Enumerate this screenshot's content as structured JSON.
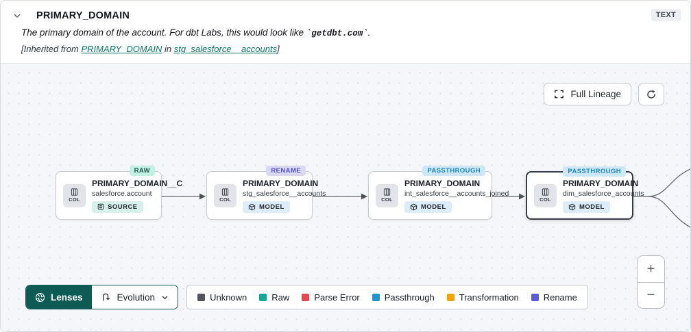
{
  "header": {
    "title": "PRIMARY_DOMAIN",
    "type_badge": "TEXT",
    "description_prefix": "The primary domain of the account. For dbt Labs, this would look like ",
    "description_code": "`getdbt.com`",
    "description_suffix": ".",
    "inherited_prefix": "[Inherited from ",
    "inherited_link_column": "PRIMARY_DOMAIN",
    "inherited_middle": " in ",
    "inherited_link_model": "stg_salesforce__accounts",
    "inherited_suffix": "]"
  },
  "canvas": {
    "full_lineage_label": "Full Lineage",
    "zoom_in_label": "+",
    "zoom_out_label": "−",
    "nodes": [
      {
        "badge": "RAW",
        "icon_label": "COL",
        "title": "PRIMARY_DOMAIN__C",
        "subtitle": "salesforce.account",
        "tag": "SOURCE",
        "selected": false
      },
      {
        "badge": "RENAME",
        "icon_label": "COL",
        "title": "PRIMARY_DOMAIN",
        "subtitle": "stg_salesforce__accounts",
        "tag": "MODEL",
        "selected": false
      },
      {
        "badge": "PASSTHROUGH",
        "icon_label": "COL",
        "title": "PRIMARY_DOMAIN",
        "subtitle": "int_salesforce__accounts_joined",
        "tag": "MODEL",
        "selected": false
      },
      {
        "badge": "PASSTHROUGH",
        "icon_label": "COL",
        "title": "PRIMARY_DOMAIN",
        "subtitle": "dim_salesforce_accounts",
        "tag": "MODEL",
        "selected": true
      }
    ]
  },
  "toolbar": {
    "lenses_label": "Lenses",
    "lens_selected_label": "Evolution"
  },
  "legend": {
    "items": [
      {
        "label": "Unknown",
        "color": "#53535c"
      },
      {
        "label": "Raw",
        "color": "#16a896"
      },
      {
        "label": "Parse Error",
        "color": "#e04a50"
      },
      {
        "label": "Passthrough",
        "color": "#1b96d2"
      },
      {
        "label": "Transformation",
        "color": "#f0a40c"
      },
      {
        "label": "Rename",
        "color": "#5c5cda"
      }
    ]
  },
  "colors": {
    "lenses_button_bg": "#0d5b54",
    "link_teal": "#0e7569",
    "badge_raw_bg": "#c3f0e2",
    "badge_rename_bg": "#dad8f8",
    "badge_passthrough_bg": "#cde7f8",
    "canvas_bg": "#f5f6f9",
    "edge_gray": "#62666d"
  }
}
